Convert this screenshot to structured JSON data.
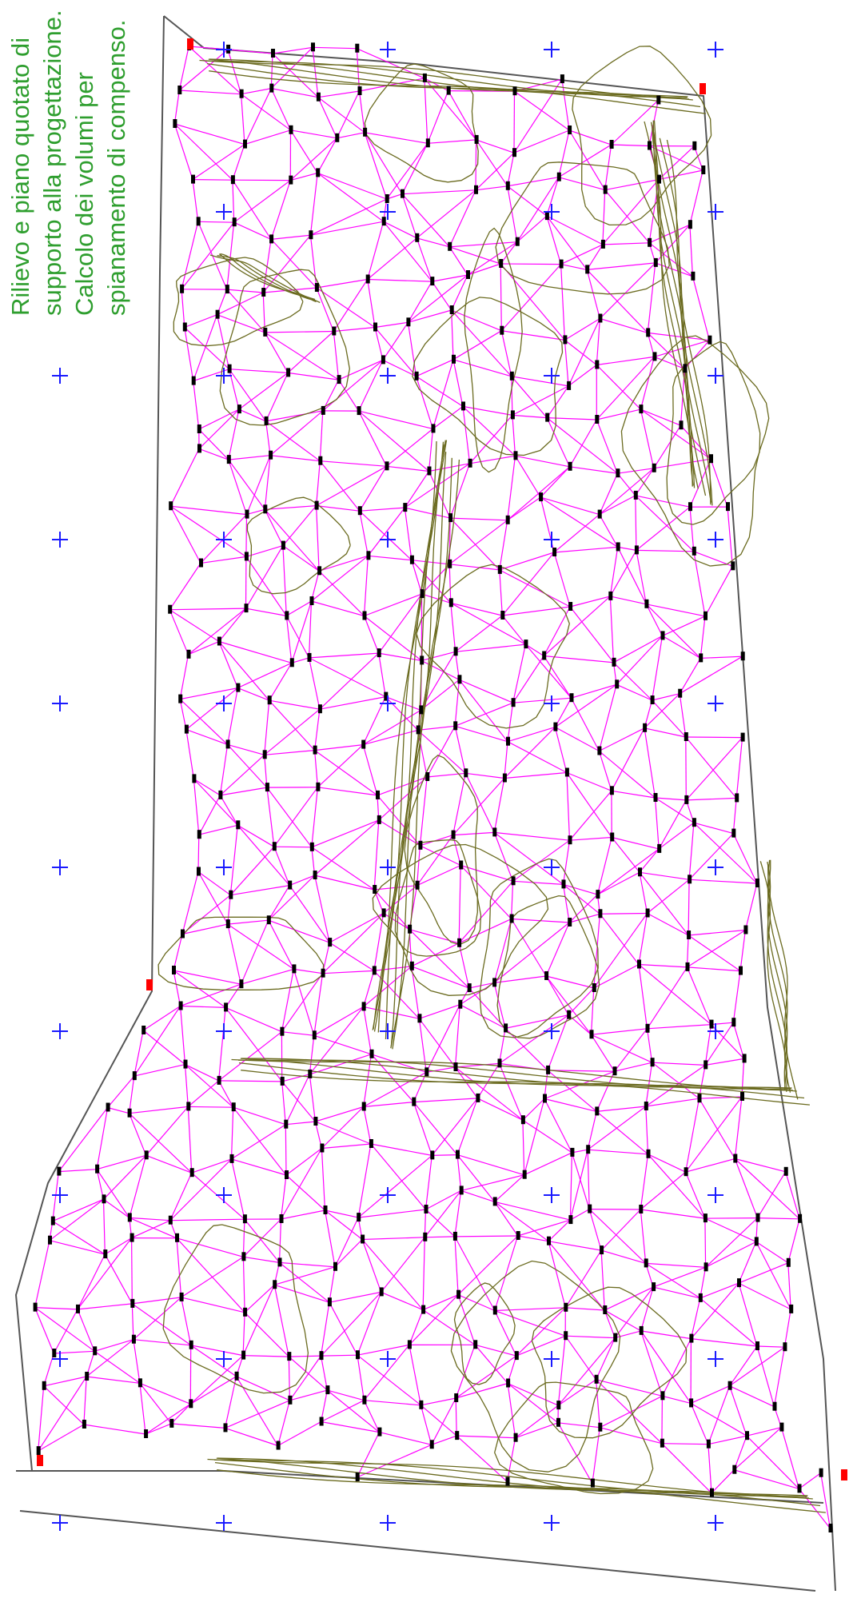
{
  "caption": {
    "lines": [
      "Rilievo e piano quotato di",
      "supporto  alla progettazione.",
      "Calcolo dei volumi per",
      "spianamento di compenso."
    ]
  },
  "colors": {
    "triangulation": "#ff00ff",
    "contours": "#6b6b20",
    "grid_crosses": "#1a1aff",
    "point_markers": "#000000",
    "station_markers": "#ff0000",
    "boundary": "#555555",
    "caption_text": "#2e9e2e"
  },
  "map": {
    "content": "site survey plan: boundary, TIN triangulation, contour lines, survey points, reference grid crosses"
  }
}
